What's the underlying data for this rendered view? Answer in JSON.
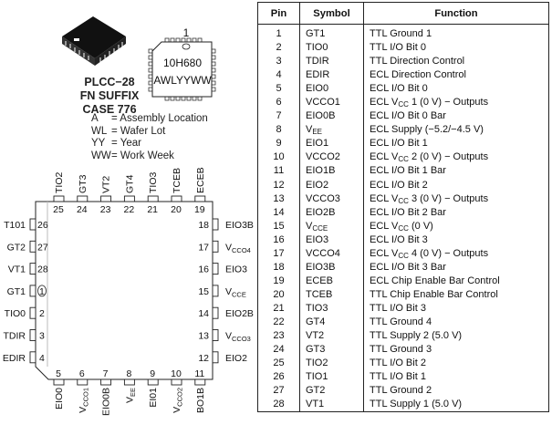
{
  "package": {
    "name_lines": [
      "PLCC−28",
      "FN SUFFIX",
      "CASE 776"
    ],
    "marking": {
      "pin1_label": "1",
      "line1": "10H680",
      "line2": "AWLYYWW"
    },
    "legend": [
      {
        "key": "A",
        "value": "= Assembly Location"
      },
      {
        "key": "WL",
        "value": "= Wafer Lot"
      },
      {
        "key": "YY",
        "value": "= Year"
      },
      {
        "key": "WW",
        "value": "= Work Week"
      }
    ]
  },
  "pinout": {
    "top": [
      {
        "num": "25",
        "name": "TIO2"
      },
      {
        "num": "24",
        "name": "GT3"
      },
      {
        "num": "23",
        "name": "VT2"
      },
      {
        "num": "22",
        "name": "GT4"
      },
      {
        "num": "21",
        "name": "TIO3"
      },
      {
        "num": "20",
        "name": "TCEB"
      },
      {
        "num": "19",
        "name": "ECEB"
      }
    ],
    "left": [
      {
        "num": "26",
        "name": "T101"
      },
      {
        "num": "27",
        "name": "GT2"
      },
      {
        "num": "28",
        "name": "VT1"
      },
      {
        "num": "1",
        "name": "GT1",
        "circled": true
      },
      {
        "num": "2",
        "name": "TIO0"
      },
      {
        "num": "3",
        "name": "TDIR"
      },
      {
        "num": "4",
        "name": "EDIR"
      }
    ],
    "right": [
      {
        "num": "18",
        "name": "EIO3B"
      },
      {
        "num": "17",
        "name": "V",
        "sub": "CCO4"
      },
      {
        "num": "16",
        "name": "EIO3"
      },
      {
        "num": "15",
        "name": "V",
        "sub": "CCE"
      },
      {
        "num": "14",
        "name": "EIO2B"
      },
      {
        "num": "13",
        "name": "V",
        "sub": "CCO3"
      },
      {
        "num": "12",
        "name": "EIO2"
      }
    ],
    "bottom": [
      {
        "num": "5",
        "name": "EIO0"
      },
      {
        "num": "6",
        "name": "V",
        "sub": "CCO1"
      },
      {
        "num": "7",
        "name": "EIO0B"
      },
      {
        "num": "8",
        "name": "V",
        "sub": "EE"
      },
      {
        "num": "9",
        "name": "EI01"
      },
      {
        "num": "10",
        "name": "V",
        "sub": "CCO2"
      },
      {
        "num": "11",
        "name": "BO1B"
      }
    ]
  },
  "table": {
    "headers": [
      "Pin",
      "Symbol",
      "Function"
    ],
    "rows": [
      {
        "pin": "1",
        "sym": "GT1",
        "fn": "TTL Ground 1"
      },
      {
        "pin": "2",
        "sym": "TIO0",
        "fn": "TTL I/O Bit 0"
      },
      {
        "pin": "3",
        "sym": "TDIR",
        "fn": "TTL Direction Control"
      },
      {
        "pin": "4",
        "sym": "EDIR",
        "fn": "ECL Direction Control"
      },
      {
        "pin": "5",
        "sym": "EIO0",
        "fn": "ECL I/O Bit 0"
      },
      {
        "pin": "6",
        "sym": "VCCO1",
        "fn": "ECL V|CC| 1 (0 V) − Outputs"
      },
      {
        "pin": "7",
        "sym": "EIO0B",
        "fn": "ECL I/O Bit 0 Bar"
      },
      {
        "pin": "8",
        "sym": "V|EE|",
        "fn": "ECL Supply (−5.2/−4.5 V)"
      },
      {
        "pin": "9",
        "sym": "EIO1",
        "fn": "ECL I/O Bit 1"
      },
      {
        "pin": "10",
        "sym": "VCCO2",
        "fn": "ECL V|CC| 2 (0 V) − Outputs"
      },
      {
        "pin": "11",
        "sym": "EIO1B",
        "fn": "ECL I/O Bit 1 Bar"
      },
      {
        "pin": "12",
        "sym": "EIO2",
        "fn": "ECL I/O Bit 2"
      },
      {
        "pin": "13",
        "sym": "VCCO3",
        "fn": "ECL V|CC| 3 (0 V) − Outputs"
      },
      {
        "pin": "14",
        "sym": "EIO2B",
        "fn": "ECL I/O Bit 2 Bar"
      },
      {
        "pin": "15",
        "sym": "V|CCE|",
        "fn": "ECL V|CC| (0 V)"
      },
      {
        "pin": "16",
        "sym": "EIO3",
        "fn": "ECL I/O Bit 3"
      },
      {
        "pin": "17",
        "sym": "VCCO4",
        "fn": "ECL V|CC| 4 (0 V) − Outputs"
      },
      {
        "pin": "18",
        "sym": "EIO3B",
        "fn": "ECL I/O Bit 3 Bar"
      },
      {
        "pin": "19",
        "sym": "ECEB",
        "fn": "ECL Chip Enable Bar Control"
      },
      {
        "pin": "20",
        "sym": "TCEB",
        "fn": "TTL Chip Enable Bar Control"
      },
      {
        "pin": "21",
        "sym": "TIO3",
        "fn": "TTL I/O Bit 3"
      },
      {
        "pin": "22",
        "sym": "GT4",
        "fn": "TTL Ground 4"
      },
      {
        "pin": "23",
        "sym": "VT2",
        "fn": "TTL Supply 2 (5.0 V)"
      },
      {
        "pin": "24",
        "sym": "GT3",
        "fn": "TTL Ground 3"
      },
      {
        "pin": "25",
        "sym": "TIO2",
        "fn": "TTL I/O Bit 2"
      },
      {
        "pin": "26",
        "sym": "TIO1",
        "fn": "TTL I/O Bit 1"
      },
      {
        "pin": "27",
        "sym": "GT2",
        "fn": "TTL Ground 2"
      },
      {
        "pin": "28",
        "sym": "VT1",
        "fn": "TTL Supply 1 (5.0 V)"
      }
    ]
  }
}
